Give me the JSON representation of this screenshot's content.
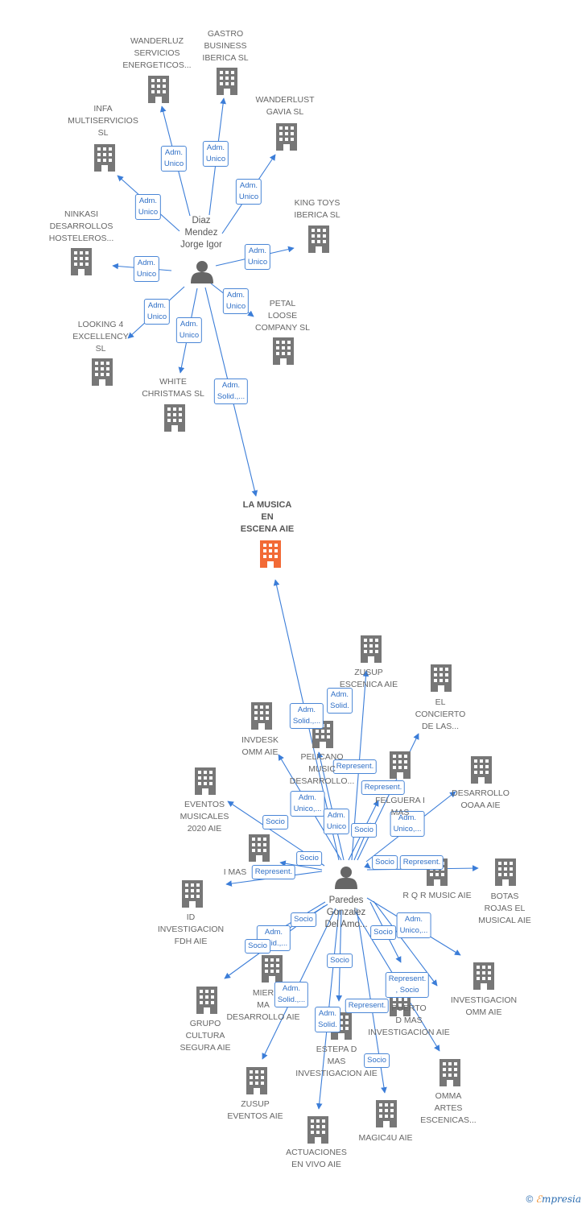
{
  "colors": {
    "edge": "#3b7dd8",
    "building": "#777777",
    "focus": "#f26a36",
    "person": "#666666"
  },
  "persons": [
    {
      "id": "p1",
      "label": "Diaz\nMendez\nJorge Igor"
    },
    {
      "id": "p2",
      "label": "Paredes\nGonzalez\nDel Amo..."
    }
  ],
  "companies": [
    {
      "id": "c0",
      "label": "LA MUSICA\nEN\nESCENA AIE",
      "main": true
    },
    {
      "id": "c1",
      "label": "WANDERLUZ\nSERVICIOS\nENERGETICOS..."
    },
    {
      "id": "c2",
      "label": "GASTRO\nBUSINESS\nIBERICA  SL"
    },
    {
      "id": "c3",
      "label": "WANDERLUST\nGAVIA  SL"
    },
    {
      "id": "c4",
      "label": "INFA\nMULTISERVICIOS\nSL"
    },
    {
      "id": "c5",
      "label": "KING TOYS\nIBERICA  SL"
    },
    {
      "id": "c6",
      "label": "NINKASI\nDESARROLLOS\nHOSTELEROS..."
    },
    {
      "id": "c7",
      "label": "PETAL\nLOOSE\nCOMPANY  SL"
    },
    {
      "id": "c8",
      "label": "LOOKING 4\nEXCELLENCY\nSL"
    },
    {
      "id": "c9",
      "label": "WHITE\nCHRISTMAS  SL"
    },
    {
      "id": "c10",
      "label": "ZUSUP\nESCENICA AIE"
    },
    {
      "id": "c11",
      "label": "EL\nCONCIERTO\nDE LAS..."
    },
    {
      "id": "c12",
      "label": "INVDESK\nOMM AIE"
    },
    {
      "id": "c13",
      "label": "PELICANO\nMUSIC\nDESARROLLO..."
    },
    {
      "id": "c14",
      "label": "FELGUERA I\nMAS"
    },
    {
      "id": "c15",
      "label": "DESARROLLO\nOOAA AIE"
    },
    {
      "id": "c16",
      "label": "EVENTOS\nMUSICALES\n2020 AIE"
    },
    {
      "id": "c17",
      "label": "I MAS"
    },
    {
      "id": "c18",
      "label": "R Q R MUSIC AIE"
    },
    {
      "id": "c19",
      "label": "BOTAS\nROJAS EL\nMUSICAL AIE"
    },
    {
      "id": "c20",
      "label": "ID\nINVESTIGACION\nFDH  AIE"
    },
    {
      "id": "c21",
      "label": "MIER\nMA\nDESARROLLO AIE"
    },
    {
      "id": "c22",
      "label": "INVESTIGACION\nOMM AIE"
    },
    {
      "id": "c23",
      "label": "GRUPO\nCULTURA\nSEGURA AIE"
    },
    {
      "id": "c24",
      "label": "PUERTO\nD MAS\nINVESTIGACION AIE"
    },
    {
      "id": "c25",
      "label": "ESTEPA D\nMAS\nINVESTIGACION AIE"
    },
    {
      "id": "c26",
      "label": "ZUSUP\nEVENTOS AIE"
    },
    {
      "id": "c27",
      "label": "OMMA\nARTES\nESCENICAS..."
    },
    {
      "id": "c28",
      "label": "MAGIC4U AIE"
    },
    {
      "id": "c29",
      "label": "ACTUACIONES\nEN VIVO AIE"
    }
  ],
  "edges": [
    {
      "from": "p1",
      "to": "c1",
      "label": "Adm.\nUnico"
    },
    {
      "from": "p1",
      "to": "c2",
      "label": "Adm.\nUnico"
    },
    {
      "from": "p1",
      "to": "c3",
      "label": "Adm.\nUnico"
    },
    {
      "from": "p1",
      "to": "c4",
      "label": "Adm.\nUnico"
    },
    {
      "from": "p1",
      "to": "c5",
      "label": "Adm.\nUnico"
    },
    {
      "from": "p1",
      "to": "c6",
      "label": "Adm.\nUnico"
    },
    {
      "from": "p1",
      "to": "c7",
      "label": "Adm.\nUnico"
    },
    {
      "from": "p1",
      "to": "c8",
      "label": "Adm.\nUnico"
    },
    {
      "from": "p1",
      "to": "c9",
      "label": "Adm.\nUnico"
    },
    {
      "from": "p1",
      "to": "c0",
      "label": "Adm.\nSolid.,..."
    },
    {
      "from": "p2",
      "to": "c0",
      "label": "Adm.\nSolid.,..."
    },
    {
      "from": "p2",
      "to": "c10",
      "label": "Adm.\nSolid."
    },
    {
      "from": "p2",
      "to": "c13",
      "label": "Represent."
    },
    {
      "from": "p2",
      "to": "c11",
      "label": "Represent."
    },
    {
      "from": "p2",
      "to": "c12",
      "label": "Adm.\nUnico,..."
    },
    {
      "from": "p2",
      "to": "c14",
      "label": "Adm.\nUnico"
    },
    {
      "from": "p2",
      "to": "c15",
      "label": "Adm.\nUnico,..."
    },
    {
      "from": "p2",
      "to": "c16",
      "label": "Socio"
    },
    {
      "from": "p2",
      "to": "c17",
      "label": "Socio"
    },
    {
      "from": "p2",
      "to": "c17",
      "label": "Represent."
    },
    {
      "from": "p2",
      "to": "c18",
      "label": "Socio"
    },
    {
      "from": "p2",
      "to": "c19",
      "label": "Represent."
    },
    {
      "from": "p2",
      "to": "c14",
      "label": "Socio"
    },
    {
      "from": "p2",
      "to": "c20",
      "label": "Socio"
    },
    {
      "from": "p2",
      "to": "c21",
      "label": "Adm.\nSolid.,..."
    },
    {
      "from": "p2",
      "to": "c22",
      "label": "Adm.\nUnico,..."
    },
    {
      "from": "p2",
      "to": "c23",
      "label": "Socio"
    },
    {
      "from": "p2",
      "to": "c24",
      "label": "Socio"
    },
    {
      "from": "p2",
      "to": "c24",
      "label": "Represent.\n, Socio"
    },
    {
      "from": "p2",
      "to": "c26",
      "label": "Adm.\nSolid.,..."
    },
    {
      "from": "p2",
      "to": "c25",
      "label": "Socio"
    },
    {
      "from": "p2",
      "to": "c27",
      "label": "Represent."
    },
    {
      "from": "p2",
      "to": "c29",
      "label": "Adm.\nSolid."
    },
    {
      "from": "p2",
      "to": "c28",
      "label": "Socio"
    }
  ],
  "footer": {
    "copyright_symbol": "©",
    "brand_e": "ℰ",
    "brand_rest": "mpresia"
  }
}
